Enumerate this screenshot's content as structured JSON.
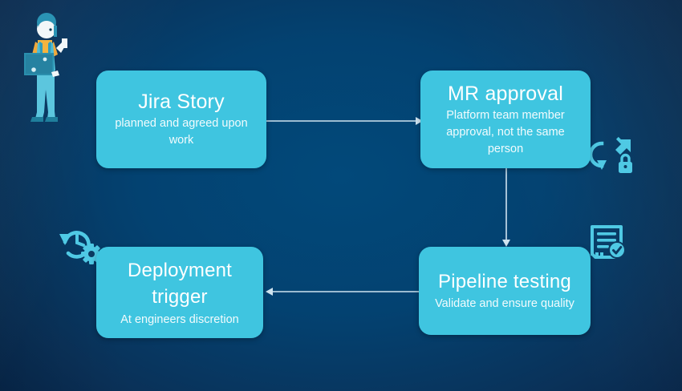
{
  "slide": {
    "background_outer": "#0a3158",
    "background_center": "#024377",
    "node_fill": "#3fc5e0",
    "node_text": "#ffffff",
    "connector_color": "#cfe3ef",
    "icon_color": "#4fc9e4"
  },
  "nodes": [
    {
      "id": "jira-story",
      "title": "Jira Story",
      "subtitle": "planned and agreed upon work"
    },
    {
      "id": "mr-approval",
      "title": "MR approval",
      "subtitle": "Platform team member approval, not the same person"
    },
    {
      "id": "pipeline-testing",
      "title": "Pipeline testing",
      "subtitle": "Validate and ensure quality"
    },
    {
      "id": "deployment-trigger",
      "title": "Deployment trigger",
      "subtitle": "At engineers discretion"
    }
  ],
  "connectors": [
    {
      "id": "jira-to-mr",
      "from": "jira-story",
      "to": "mr-approval",
      "direction": "right"
    },
    {
      "id": "mr-to-pipeline",
      "from": "mr-approval",
      "to": "pipeline-testing",
      "direction": "down"
    },
    {
      "id": "pipeline-to-deploy",
      "from": "pipeline-testing",
      "to": "deployment-trigger",
      "direction": "left"
    }
  ],
  "decorations": [
    {
      "id": "engineer-with-laptop",
      "icon": "person-with-laptop-illustration"
    },
    {
      "id": "secure-sync",
      "icon": "sync-arrows-lock-icon"
    },
    {
      "id": "verified-document",
      "icon": "document-checkmark-icon"
    },
    {
      "id": "rollback-settings",
      "icon": "clock-history-gear-icon"
    }
  ]
}
